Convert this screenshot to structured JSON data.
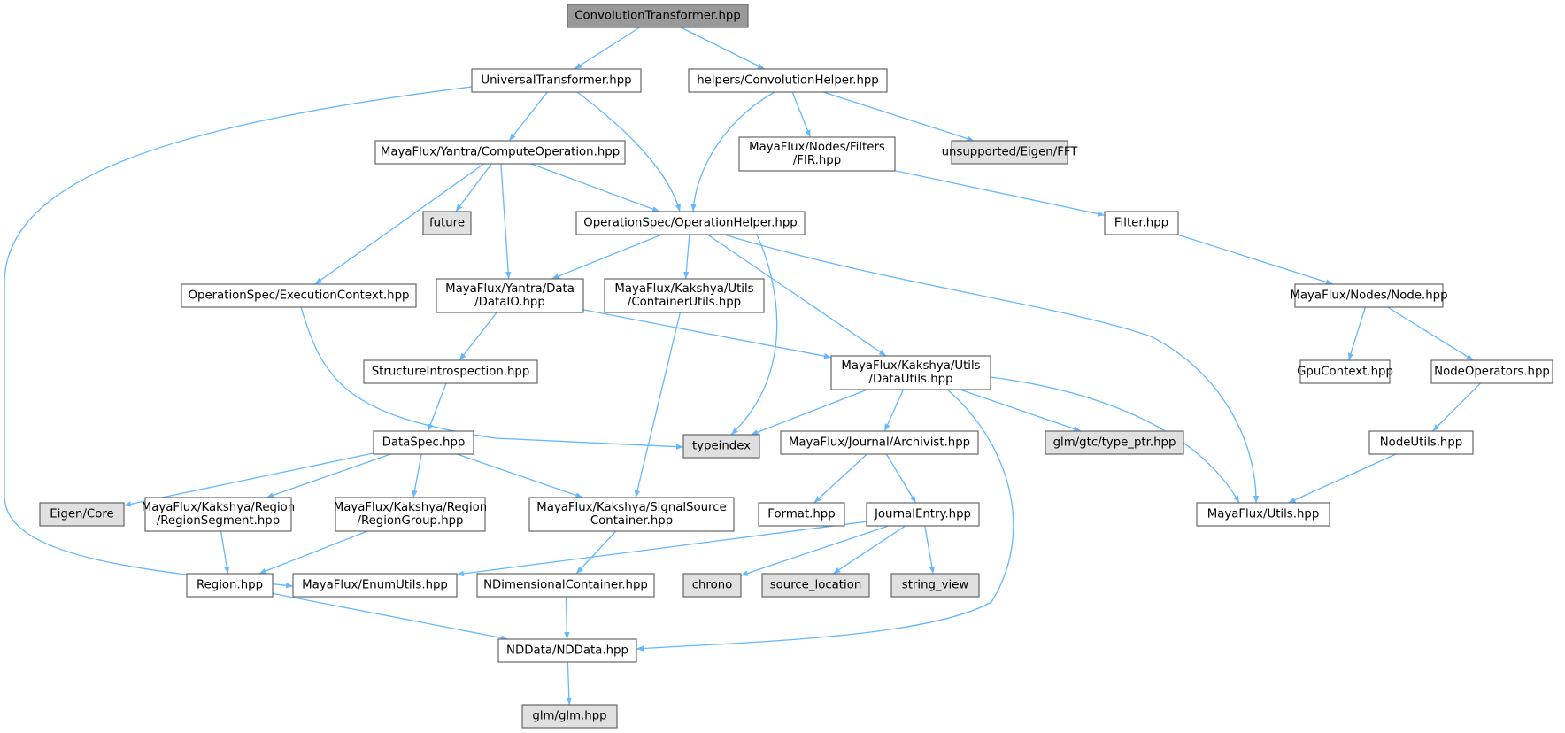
{
  "graph": {
    "nodes": [
      {
        "id": "root",
        "lines": [
          "ConvolutionTransformer.hpp"
        ],
        "style": "root"
      },
      {
        "id": "universal",
        "lines": [
          "UniversalTransformer.hpp"
        ],
        "style": "normal"
      },
      {
        "id": "convhelper",
        "lines": [
          "helpers/ConvolutionHelper.hpp"
        ],
        "style": "normal"
      },
      {
        "id": "computeop",
        "lines": [
          "MayaFlux/Yantra/ComputeOperation.hpp"
        ],
        "style": "normal"
      },
      {
        "id": "fir",
        "lines": [
          "MayaFlux/Nodes/Filters",
          "/FIR.hpp"
        ],
        "style": "normal"
      },
      {
        "id": "eigenfft",
        "lines": [
          "unsupported/Eigen/FFT"
        ],
        "style": "external"
      },
      {
        "id": "future",
        "lines": [
          "future"
        ],
        "style": "external"
      },
      {
        "id": "ophelper",
        "lines": [
          "OperationSpec/OperationHelper.hpp"
        ],
        "style": "normal"
      },
      {
        "id": "filter",
        "lines": [
          "Filter.hpp"
        ],
        "style": "normal"
      },
      {
        "id": "execctx",
        "lines": [
          "OperationSpec/ExecutionContext.hpp"
        ],
        "style": "normal"
      },
      {
        "id": "dataio",
        "lines": [
          "MayaFlux/Yantra/Data",
          "/DataIO.hpp"
        ],
        "style": "normal"
      },
      {
        "id": "containerutils",
        "lines": [
          "MayaFlux/Kakshya/Utils",
          "/ContainerUtils.hpp"
        ],
        "style": "normal"
      },
      {
        "id": "node",
        "lines": [
          "MayaFlux/Nodes/Node.hpp"
        ],
        "style": "normal"
      },
      {
        "id": "structintro",
        "lines": [
          "StructureIntrospection.hpp"
        ],
        "style": "normal"
      },
      {
        "id": "datautils",
        "lines": [
          "MayaFlux/Kakshya/Utils",
          "/DataUtils.hpp"
        ],
        "style": "normal"
      },
      {
        "id": "gpucontext",
        "lines": [
          "GpuContext.hpp"
        ],
        "style": "normal"
      },
      {
        "id": "nodeops",
        "lines": [
          "NodeOperators.hpp"
        ],
        "style": "normal"
      },
      {
        "id": "dataspec",
        "lines": [
          "DataSpec.hpp"
        ],
        "style": "normal"
      },
      {
        "id": "typeindex",
        "lines": [
          "typeindex"
        ],
        "style": "external"
      },
      {
        "id": "archivist",
        "lines": [
          "MayaFlux/Journal/Archivist.hpp"
        ],
        "style": "normal"
      },
      {
        "id": "glmgtc",
        "lines": [
          "glm/gtc/type_ptr.hpp"
        ],
        "style": "external"
      },
      {
        "id": "nodeutils",
        "lines": [
          "NodeUtils.hpp"
        ],
        "style": "normal"
      },
      {
        "id": "eigencore",
        "lines": [
          "Eigen/Core"
        ],
        "style": "external"
      },
      {
        "id": "regionseg",
        "lines": [
          "MayaFlux/Kakshya/Region",
          "/RegionSegment.hpp"
        ],
        "style": "normal"
      },
      {
        "id": "regiongroup",
        "lines": [
          "MayaFlux/Kakshya/Region",
          "/RegionGroup.hpp"
        ],
        "style": "normal"
      },
      {
        "id": "signalsrc",
        "lines": [
          "MayaFlux/Kakshya/SignalSource",
          "Container.hpp"
        ],
        "style": "normal"
      },
      {
        "id": "format",
        "lines": [
          "Format.hpp"
        ],
        "style": "normal"
      },
      {
        "id": "journalentry",
        "lines": [
          "JournalEntry.hpp"
        ],
        "style": "normal"
      },
      {
        "id": "mfutils",
        "lines": [
          "MayaFlux/Utils.hpp"
        ],
        "style": "normal"
      },
      {
        "id": "region",
        "lines": [
          "Region.hpp"
        ],
        "style": "normal"
      },
      {
        "id": "enumutils",
        "lines": [
          "MayaFlux/EnumUtils.hpp"
        ],
        "style": "normal"
      },
      {
        "id": "ndimcontainer",
        "lines": [
          "NDimensionalContainer.hpp"
        ],
        "style": "normal"
      },
      {
        "id": "chrono",
        "lines": [
          "chrono"
        ],
        "style": "external"
      },
      {
        "id": "srcloc",
        "lines": [
          "source_location"
        ],
        "style": "external"
      },
      {
        "id": "stringview",
        "lines": [
          "string_view"
        ],
        "style": "external"
      },
      {
        "id": "nddata",
        "lines": [
          "NDData/NDData.hpp"
        ],
        "style": "normal"
      },
      {
        "id": "glm",
        "lines": [
          "glm/glm.hpp"
        ],
        "style": "external"
      }
    ],
    "edges": [
      [
        "root",
        "universal"
      ],
      [
        "root",
        "convhelper"
      ],
      [
        "universal",
        "computeop"
      ],
      [
        "universal",
        "ophelper"
      ],
      [
        "universal",
        "enumutils"
      ],
      [
        "convhelper",
        "ophelper"
      ],
      [
        "convhelper",
        "fir"
      ],
      [
        "convhelper",
        "eigenfft"
      ],
      [
        "computeop",
        "future"
      ],
      [
        "computeop",
        "execctx"
      ],
      [
        "computeop",
        "dataio"
      ],
      [
        "computeop",
        "ophelper"
      ],
      [
        "fir",
        "filter"
      ],
      [
        "filter",
        "node"
      ],
      [
        "ophelper",
        "dataio"
      ],
      [
        "ophelper",
        "containerutils"
      ],
      [
        "ophelper",
        "typeindex"
      ],
      [
        "ophelper",
        "datautils"
      ],
      [
        "ophelper",
        "mfutils"
      ],
      [
        "execctx",
        "typeindex"
      ],
      [
        "dataio",
        "structintro"
      ],
      [
        "dataio",
        "datautils"
      ],
      [
        "containerutils",
        "signalsrc"
      ],
      [
        "node",
        "gpucontext"
      ],
      [
        "node",
        "nodeops"
      ],
      [
        "nodeops",
        "nodeutils"
      ],
      [
        "nodeutils",
        "mfutils"
      ],
      [
        "structintro",
        "dataspec"
      ],
      [
        "datautils",
        "typeindex"
      ],
      [
        "datautils",
        "archivist"
      ],
      [
        "datautils",
        "glmgtc"
      ],
      [
        "datautils",
        "mfutils"
      ],
      [
        "datautils",
        "nddata"
      ],
      [
        "dataspec",
        "eigencore"
      ],
      [
        "dataspec",
        "regionseg"
      ],
      [
        "dataspec",
        "regiongroup"
      ],
      [
        "dataspec",
        "signalsrc"
      ],
      [
        "regionseg",
        "region"
      ],
      [
        "regiongroup",
        "region"
      ],
      [
        "signalsrc",
        "ndimcontainer"
      ],
      [
        "archivist",
        "format"
      ],
      [
        "archivist",
        "journalentry"
      ],
      [
        "journalentry",
        "enumutils"
      ],
      [
        "journalentry",
        "chrono"
      ],
      [
        "journalentry",
        "srcloc"
      ],
      [
        "journalentry",
        "stringview"
      ],
      [
        "region",
        "nddata"
      ],
      [
        "ndimcontainer",
        "nddata"
      ],
      [
        "nddata",
        "glm"
      ]
    ]
  },
  "colors": {
    "edge": "#63b8ff",
    "node_border": "#666666",
    "node_fill": "#ffffff",
    "external_fill": "#e0e0e0",
    "external_border": "#999999",
    "root_fill": "#999999",
    "root_border": "#666666",
    "text": "#000000"
  }
}
